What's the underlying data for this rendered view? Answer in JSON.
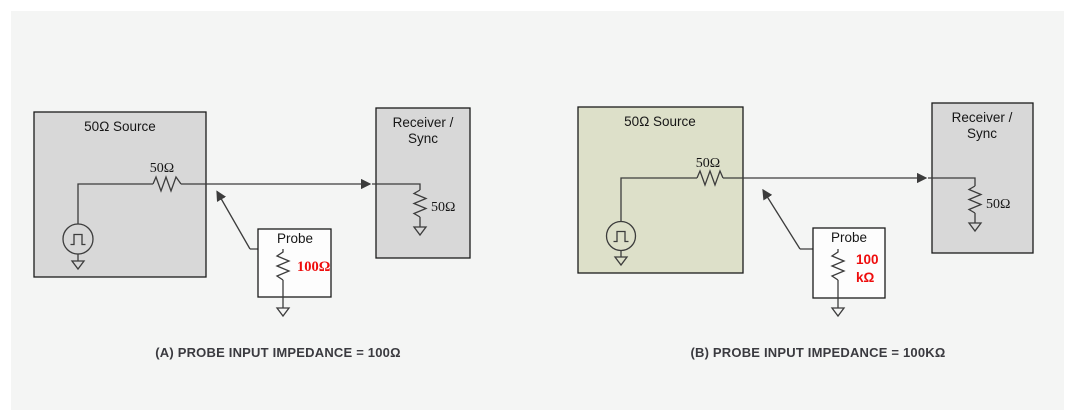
{
  "colors": {
    "page_bg": "#ffffff",
    "canvas_bg": "#f4f5f4",
    "box_gray": "#d8d8d8",
    "box_green": "#dde0c9",
    "probe_bg": "#fdfdfd",
    "wire": "#3c3c3c",
    "red_value": "#ee0c0c",
    "caption_text": "#3a3a3f"
  },
  "diagrams": [
    {
      "letter": "A",
      "source_label": "50Ω Source",
      "source_resistor": "50Ω",
      "receiver_line1": "Receiver /",
      "receiver_line2": "Sync",
      "receiver_resistor": "50Ω",
      "probe_label": "Probe",
      "probe_value": "100Ω",
      "caption": "(A) PROBE INPUT IMPEDANCE = 100Ω",
      "source_fill": "#d8d8d8",
      "receiver_fill": "#d8d8d8",
      "probe_fill": "#fdfdfd"
    },
    {
      "letter": "B",
      "source_label": "50Ω Source",
      "source_resistor": "50Ω",
      "receiver_line1": "Receiver /",
      "receiver_line2": "Sync",
      "receiver_resistor": "50Ω",
      "probe_label": "Probe",
      "probe_value_line1": "100",
      "probe_value_line2": "kΩ",
      "caption": "(B) PROBE INPUT IMPEDANCE = 100KΩ",
      "source_fill": "#dde0c9",
      "receiver_fill": "#d8d8d8",
      "probe_fill": "#fdfdfd"
    }
  ]
}
